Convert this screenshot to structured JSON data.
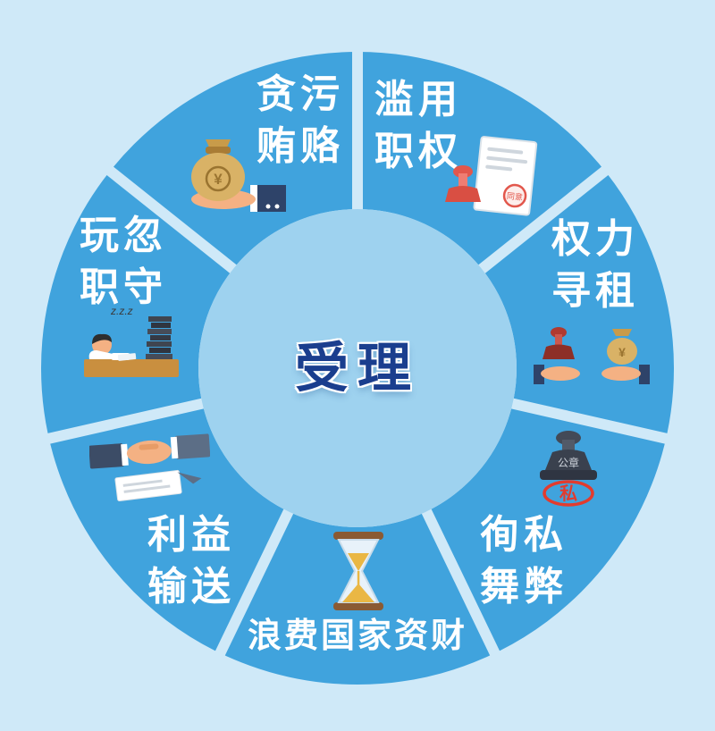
{
  "center": {
    "label": "受理"
  },
  "segments": [
    {
      "name": "corruption-bribery",
      "lines": [
        "贪污",
        "贿赂"
      ],
      "icon": "money-bag-hand-icon"
    },
    {
      "name": "abuse-of-power",
      "lines": [
        "滥用",
        "职权"
      ],
      "icon": "document-stamp-icon"
    },
    {
      "name": "power-rent-seeking",
      "lines": [
        "权力",
        "寻租"
      ],
      "icon": "stamp-money-hands-icon"
    },
    {
      "name": "favoritism-fraud",
      "lines": [
        "徇私",
        "舞弊"
      ],
      "icon": "private-seal-icon"
    },
    {
      "name": "wasting-state-assets",
      "lines": [
        "浪费国家资财"
      ],
      "icon": "hourglass-icon"
    },
    {
      "name": "interest-transfer",
      "lines": [
        "利益",
        "输送"
      ],
      "icon": "handshake-icon"
    },
    {
      "name": "dereliction-of-duty",
      "lines": [
        "玩忽",
        "职守"
      ],
      "icon": "sleeping-worker-icon"
    }
  ],
  "icon_texts": {
    "yen": "¥",
    "agree": "同意",
    "official_seal": "公章",
    "private": "私",
    "zzz": "z.z.z"
  },
  "colors": {
    "background": "#cfe9f8",
    "ring": "#40a3dd",
    "inner_circle": "#9ed2ef",
    "center_text": "#1a3e8e",
    "segment_text": "#ffffff"
  }
}
